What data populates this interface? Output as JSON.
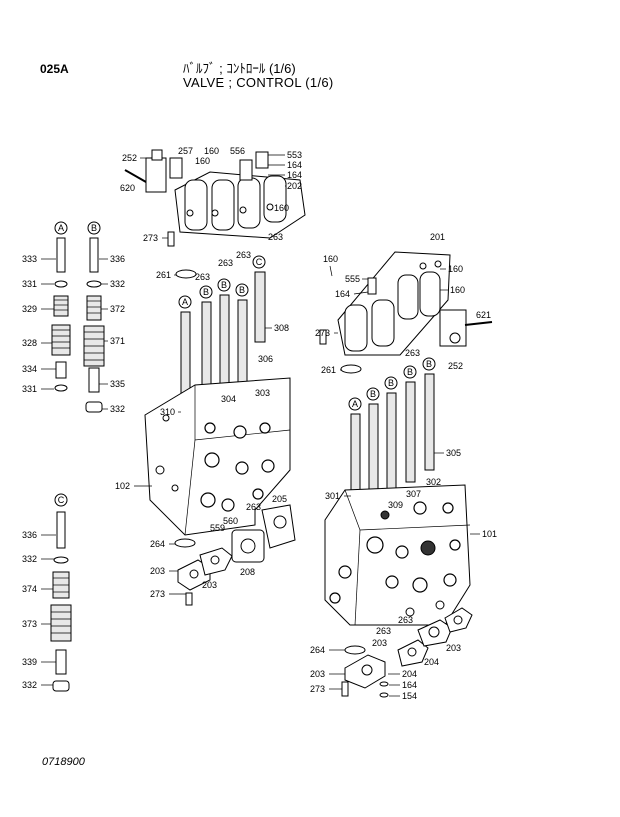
{
  "header": {
    "code": "025A",
    "title_jp": "ﾊﾞﾙﾌﾞ ; ｺﾝﾄﾛｰﾙ (1/6)",
    "title_en": "VALVE ; CONTROL (1/6)"
  },
  "footer": {
    "doc_number": "0718900"
  },
  "callouts": {
    "c252a": "252",
    "c257": "257",
    "c160a": "160",
    "c160b": "160",
    "c556": "556",
    "c553": "553",
    "c164a": "164",
    "c164b": "164",
    "c202": "202",
    "c620": "620",
    "c160c": "160",
    "c273a": "273",
    "c263a": "263",
    "c263b": "263",
    "c263c": "263",
    "c261a": "261",
    "c263d": "263",
    "c308": "308",
    "c306": "306",
    "c303": "303",
    "c304": "304",
    "c310": "310",
    "c102": "102",
    "c559": "559",
    "c560": "560",
    "c263e": "263",
    "c205": "205",
    "c264a": "264",
    "c203a": "203",
    "c203b": "203",
    "c208": "208",
    "c273b": "273",
    "c333": "333",
    "c336a": "336",
    "c331a": "331",
    "c332a": "332",
    "c329": "329",
    "c372": "372",
    "c328": "328",
    "c371": "371",
    "c334": "334",
    "c335": "335",
    "c331b": "331",
    "c332b": "332",
    "c336b": "336",
    "c332c": "332",
    "c374": "374",
    "c373": "373",
    "c339": "339",
    "c332d": "332",
    "c201": "201",
    "c160d": "160",
    "c555": "555",
    "c160e": "160",
    "c164c": "164",
    "c160f": "160",
    "c621": "621",
    "c273c": "273",
    "c263f": "263",
    "c252b": "252",
    "c261b": "261",
    "c305": "305",
    "c301": "301",
    "c309": "309",
    "c307": "307",
    "c302": "302",
    "c101": "101",
    "c263g": "263",
    "c263h": "263",
    "c203c": "203",
    "c264b": "264",
    "c204a": "204",
    "c203d": "203",
    "c203e": "203",
    "c204b": "204",
    "c164d": "164",
    "c273d": "273",
    "c154": "154"
  },
  "circle_labels": {
    "A": "A",
    "B": "B",
    "C": "C"
  }
}
